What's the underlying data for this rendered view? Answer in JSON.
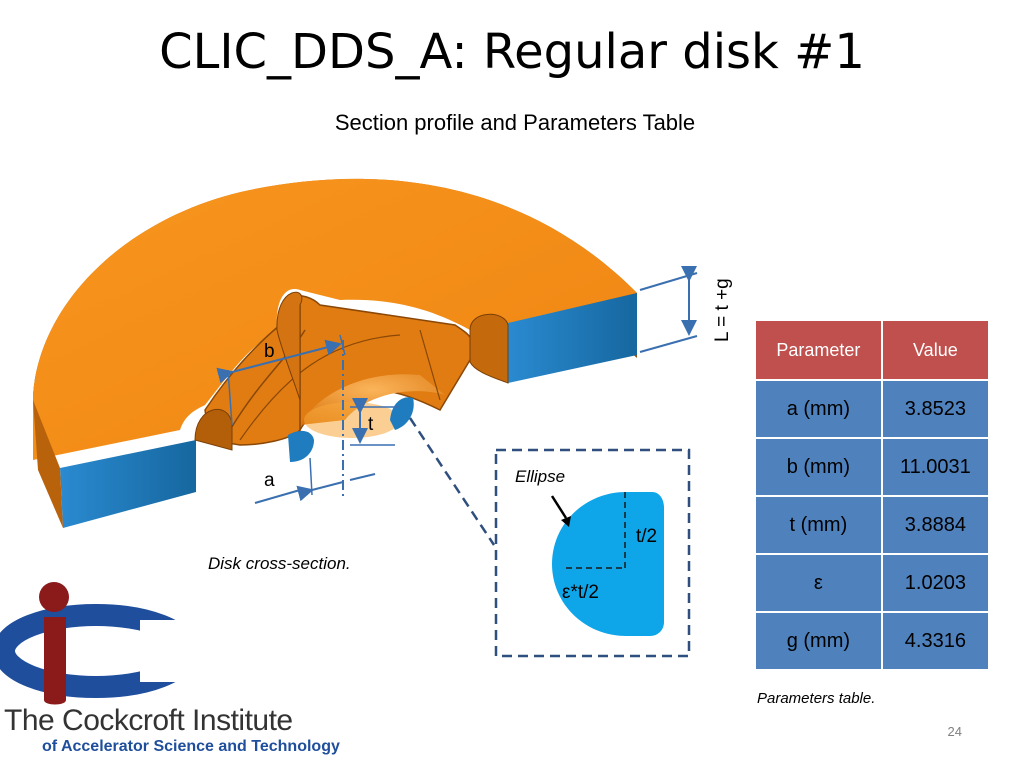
{
  "slide": {
    "title": "CLIC_DDS_A:  Regular disk #1",
    "subtitle": "Section profile and Parameters Table",
    "page_number": "24"
  },
  "figure": {
    "labels": {
      "b": "b",
      "t": "t",
      "a": "a",
      "length": "L = t +g"
    },
    "disk_caption": "Disk cross-section.",
    "inset": {
      "ellipse_label": "Ellipse",
      "half_t": "t/2",
      "eps_half_t": "ε*t/2"
    },
    "colors": {
      "disk_orange": "#f7901e",
      "disk_side_blue": "#1f7cbf",
      "iris_blue": "#0ea5e9",
      "dimension_line": "#3a6fb0",
      "inset_border": "#2f4f7f"
    }
  },
  "table": {
    "headers": [
      "Parameter",
      "Value"
    ],
    "rows": [
      [
        "a (mm)",
        "3.8523"
      ],
      [
        "b (mm)",
        "11.0031"
      ],
      [
        "t (mm)",
        "3.8884"
      ],
      [
        "ε",
        "1.0203"
      ],
      [
        "g (mm)",
        "4.3316"
      ]
    ],
    "caption": "Parameters  table.",
    "colors": {
      "header": "#c0504d",
      "cell": "#4f81bd"
    }
  },
  "logo": {
    "line1": "The Cockcroft Institute",
    "line2": "of Accelerator Science and Technology",
    "colors": {
      "ring": "#1f4e9c",
      "stem": "#8b1a1a"
    }
  }
}
